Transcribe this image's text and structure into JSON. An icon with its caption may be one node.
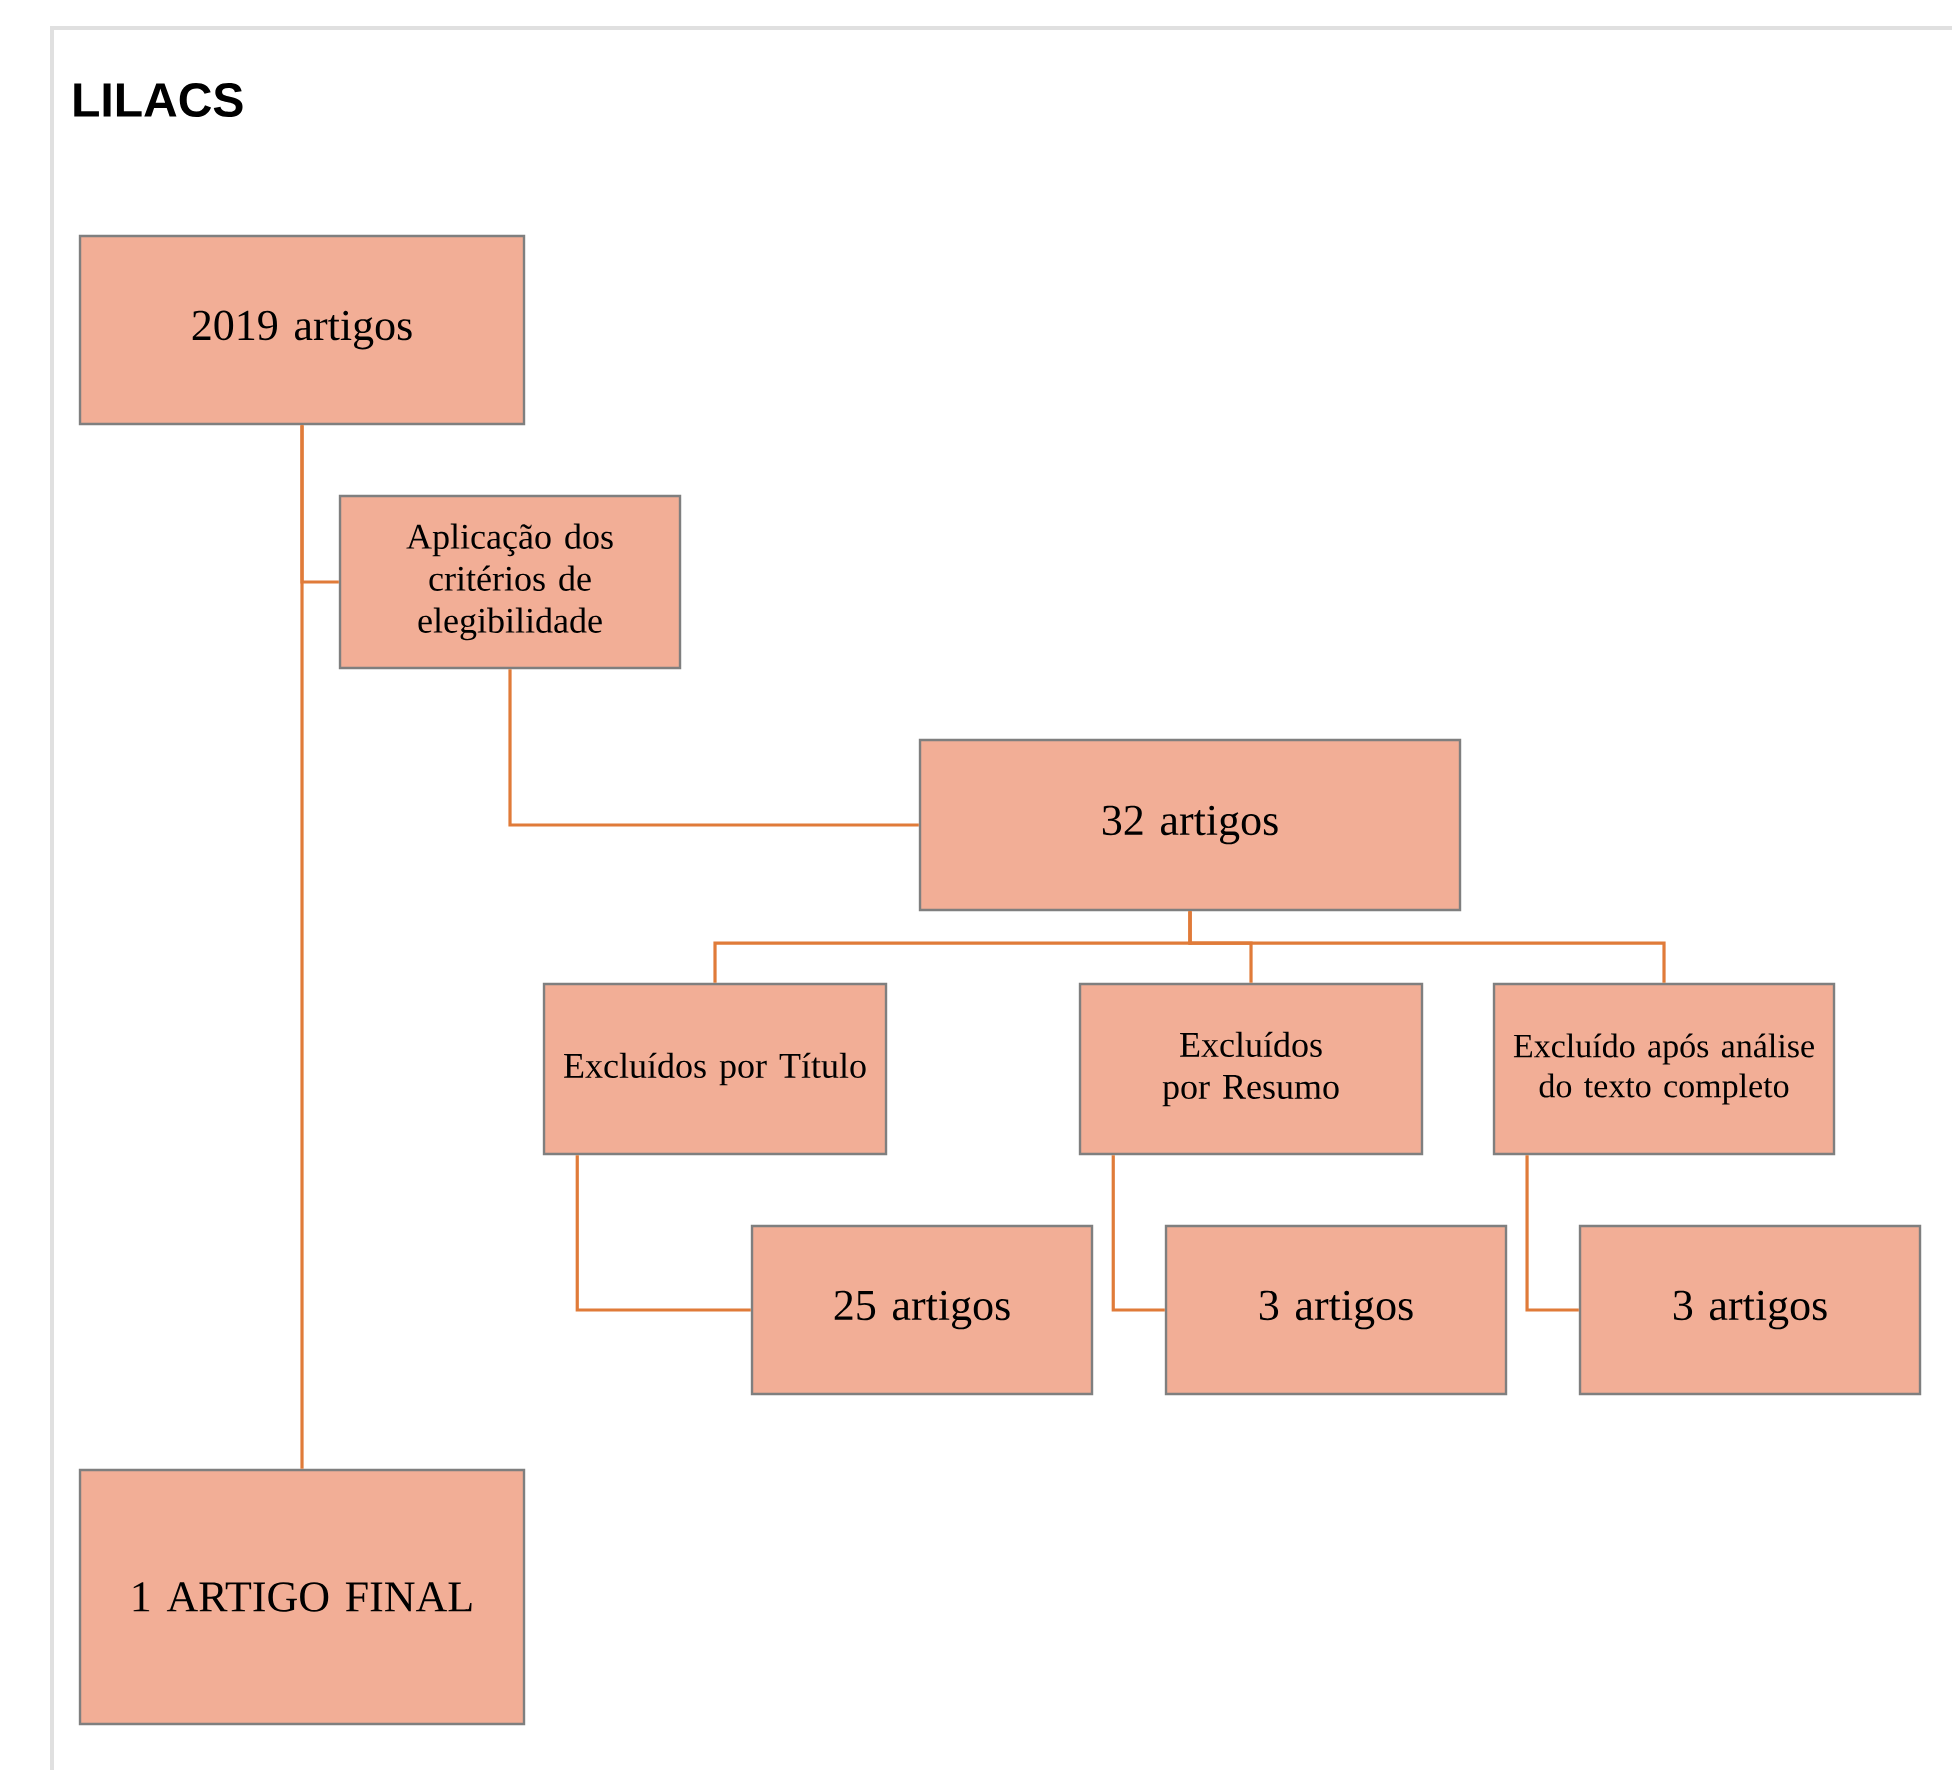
{
  "diagram": {
    "title": "LILACS",
    "nodes": [
      {
        "text": [
          "2019 artigos"
        ]
      },
      {
        "text": [
          "Aplicação dos critérios de elegibilidade"
        ]
      },
      {
        "text": [
          "32 artigos"
        ]
      },
      {
        "text": [
          "Excluídos por Título"
        ]
      },
      {
        "text": [
          "Excluídos por Resumo"
        ]
      },
      {
        "text": [
          "Excluído após análise do texto completo"
        ]
      },
      {
        "text": [
          "25 artigos"
        ]
      },
      {
        "text": [
          "3 artigos"
        ]
      },
      {
        "text": [
          "3 artigos"
        ]
      },
      {
        "text": [
          "1 ARTIGO FINAL"
        ]
      }
    ],
    "edges": [
      {
        "from": 0,
        "to": 9,
        "arrow": "none"
      },
      {
        "from": 0,
        "to": 1,
        "arrow": "none"
      },
      {
        "from": 1,
        "to": 2,
        "arrow": "none"
      },
      {
        "from": 2,
        "to": 3,
        "arrow": "none"
      },
      {
        "from": 2,
        "to": 4,
        "arrow": "none"
      },
      {
        "from": 2,
        "to": 5,
        "arrow": "none"
      },
      {
        "from": 3,
        "to": 6,
        "arrow": "none"
      },
      {
        "from": 4,
        "to": 7,
        "arrow": "none"
      },
      {
        "from": 5,
        "to": 8,
        "arrow": "none"
      }
    ]
  }
}
